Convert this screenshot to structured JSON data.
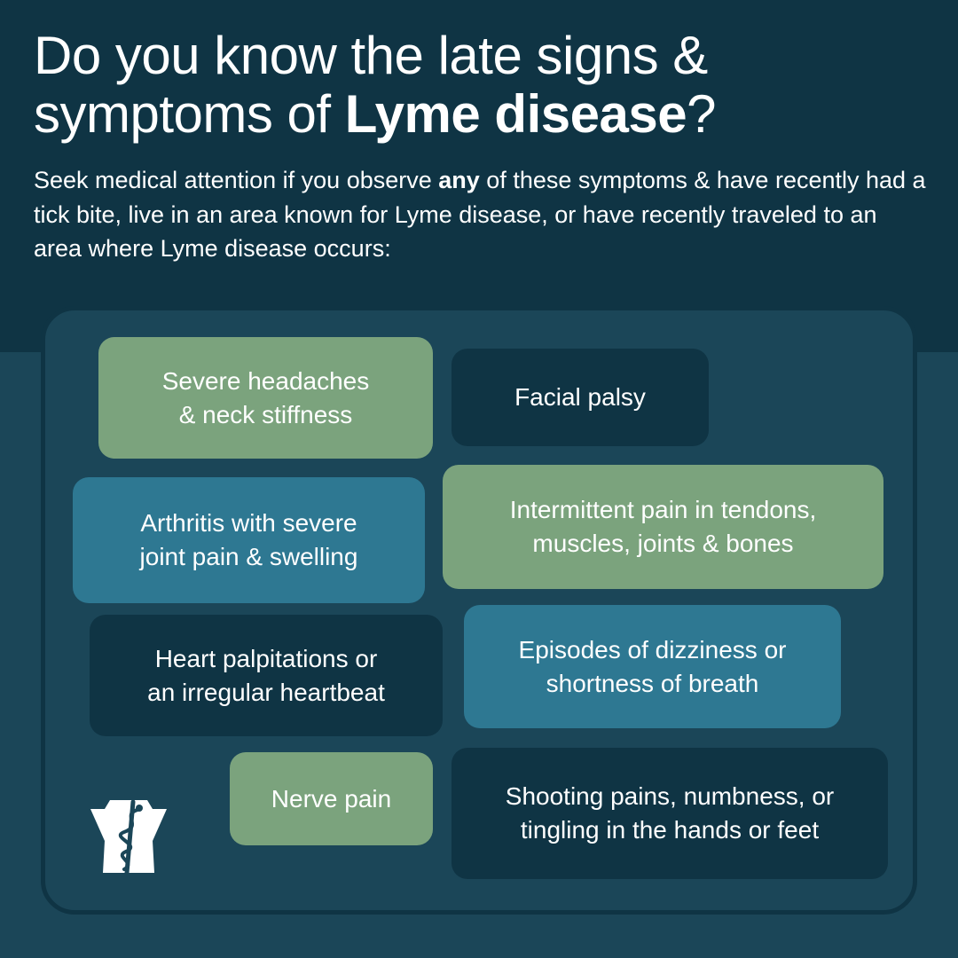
{
  "headline": {
    "line1": "Do you know the late signs &",
    "line2_prefix": "symptoms of ",
    "line2_bold": "Lyme disease",
    "line2_suffix": "?"
  },
  "subtext": {
    "before_bold": "Seek medical attention if you observe ",
    "bold": "any",
    "after_bold": " of these symptoms & have recently had a tick bite, live in an area known for Lyme disease, or have recently traveled to an area where Lyme disease occurs:"
  },
  "symptoms": {
    "headaches": {
      "line1": "Severe headaches",
      "line2": "& neck stiffness"
    },
    "facial_palsy": {
      "line1": "Facial palsy"
    },
    "arthritis": {
      "line1": "Arthritis with severe",
      "line2": "joint pain & swelling"
    },
    "intermittent_pain": {
      "line1": "Intermittent pain in tendons,",
      "line2": "muscles, joints & bones"
    },
    "heart": {
      "line1": "Heart palpitations or",
      "line2": "an irregular heartbeat"
    },
    "dizziness": {
      "line1": "Episodes of dizziness or",
      "line2": "shortness of breath"
    },
    "nerve_pain": {
      "line1": "Nerve pain"
    },
    "shooting_pains": {
      "line1": "Shooting pains, numbness, or",
      "line2": "tingling in the hands or feet"
    }
  },
  "logo": {
    "icon": "keystone-caduceus-icon"
  },
  "colors": {
    "dark_navy": "#0f3444",
    "background_teal": "#1b4658",
    "chip_green": "#7ba37d",
    "chip_teal": "#2e7892"
  }
}
